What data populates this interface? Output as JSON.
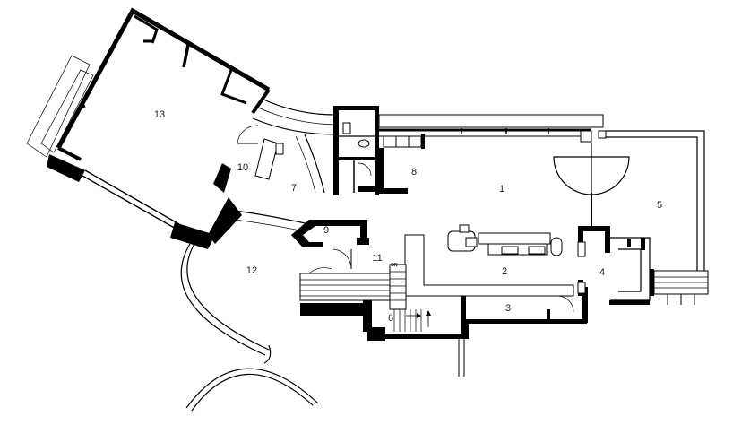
{
  "rooms": [
    {
      "id": "1",
      "label": "1"
    },
    {
      "id": "2",
      "label": "2"
    },
    {
      "id": "3",
      "label": "3"
    },
    {
      "id": "4",
      "label": "4"
    },
    {
      "id": "5",
      "label": "5"
    },
    {
      "id": "6",
      "label": "6"
    },
    {
      "id": "7",
      "label": "7"
    },
    {
      "id": "8",
      "label": "8"
    },
    {
      "id": "9",
      "label": "9"
    },
    {
      "id": "10",
      "label": "10"
    },
    {
      "id": "11",
      "label": "11"
    },
    {
      "id": "12",
      "label": "12"
    },
    {
      "id": "13",
      "label": "13"
    }
  ],
  "stair_marker": "DN"
}
